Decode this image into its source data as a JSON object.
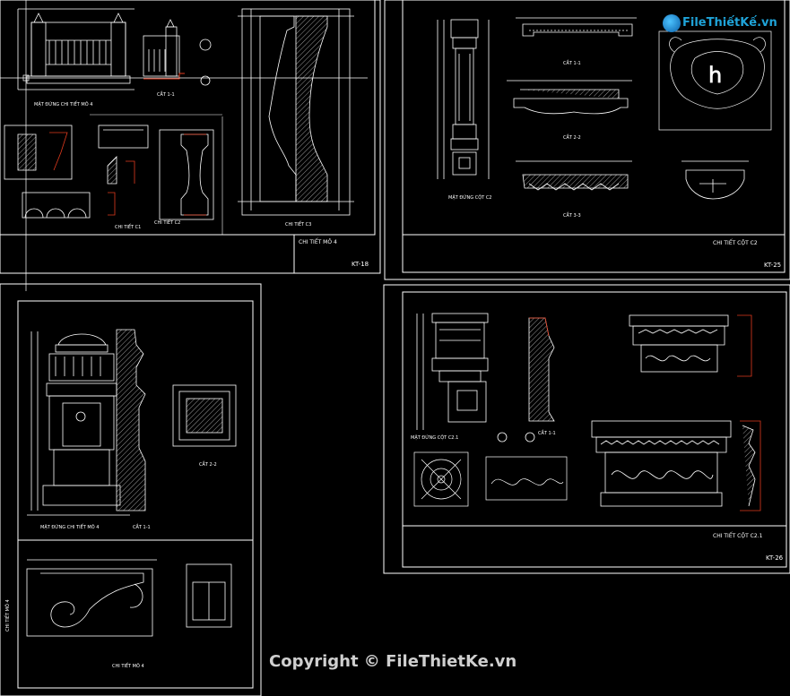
{
  "sheets": [
    {
      "id": "kt18",
      "code": "KT-18",
      "title": "CHI TIẾT MÔ 4"
    },
    {
      "id": "kt25",
      "code": "KT-25",
      "title": "CHI TIẾT CỘT C2"
    },
    {
      "id": "kt26",
      "code": "KT-26",
      "title": "CHI TIẾT CỘT C2.1"
    },
    {
      "id": "kt_left",
      "title": "CHI TIẾT MÔ 4"
    }
  ],
  "labels": {
    "kt18_elev": "MẶT ĐỨNG CHI TIẾT MÔ 4",
    "kt18_cut1": "CẮT 1-1",
    "kt18_c1": "CHI TIẾT C1",
    "kt18_c2": "CHI TIẾT C2",
    "kt18_c3": "CHI TIẾT C3",
    "kt25_cut1": "CẮT 1-1",
    "kt25_cut2": "CẮT 2-2",
    "kt25_cut3": "CẮT 3-3",
    "kt25_col": "MẶT ĐỨNG CỘT C2",
    "kt26_elev": "MẶT ĐỨNG CỘT C2.1",
    "kt26_cut1": "CẮT 1-1",
    "left_elev": "MẶT ĐỨNG CHI TIẾT MÔ 4",
    "left_cut1": "CẮT 1-1",
    "left_cut2": "CẮT 2-2",
    "left_bottom": "CHI TIẾT MÔ 4"
  },
  "watermark": "Copyright © FileThietKe.vn",
  "logo": "FileThiếtKế.vn",
  "colors": {
    "line": "#ffffff",
    "hatch": "#c0c0c0",
    "accent": "#e03a1e",
    "cyan": "#29b6f6",
    "green": "#4caf50",
    "bg": "#000000"
  }
}
